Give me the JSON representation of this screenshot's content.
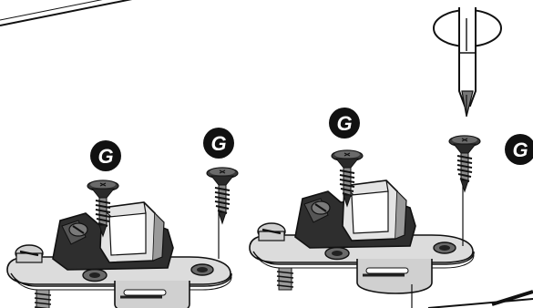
{
  "diagram": {
    "badges": [
      {
        "letter": "G"
      },
      {
        "letter": "G"
      },
      {
        "letter": "G"
      },
      {
        "letter": "G"
      }
    ],
    "colors": {
      "badge_fill": "#111111",
      "line": "#111111",
      "light_gray": "#d8d8d8",
      "mid_gray": "#9a9a9a",
      "dark_gray": "#3a3a3a"
    },
    "icons": [
      "phillips-screwdriver",
      "wood-screw",
      "hinge-mounting-plate"
    ]
  }
}
